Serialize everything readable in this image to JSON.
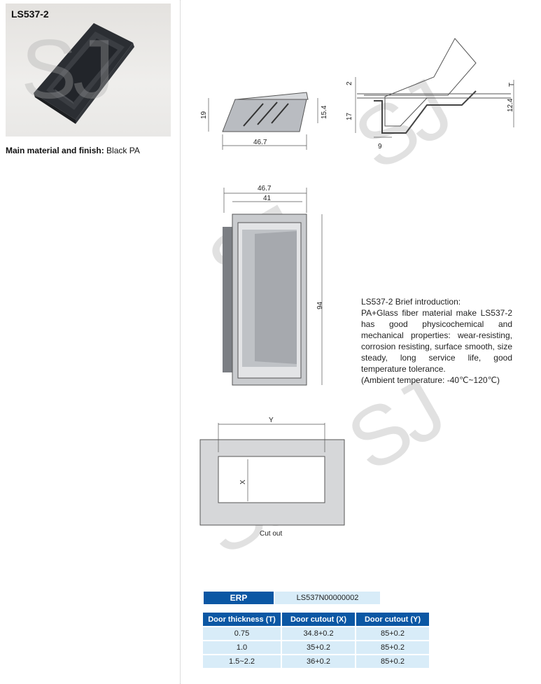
{
  "product": {
    "code": "LS537-2",
    "material_label": "Main material and finish:",
    "material_value": " Black PA"
  },
  "watermark": "SJ",
  "dims": {
    "side_height": "19",
    "side_depth": "15.4",
    "side_width": "46.7",
    "section_top": "2",
    "section_height": "17",
    "section_t": "T",
    "section_inner": "12.4",
    "section_lip": "9",
    "front_outer": "46.7",
    "front_inner": "41",
    "front_height": "94",
    "cut_y": "Y",
    "cut_x": "X"
  },
  "cutout_caption": "Cut out",
  "intro": {
    "heading": "LS537-2 Brief introduction:",
    "body": "PA+Glass fiber material make LS537-2 has good physicochemical and mechanical properties: wear-resisting, corrosion resisting, surface smooth, size steady, long service life, good temperature tolerance.",
    "ambient": "(Ambient temperature: -40℃~120℃)"
  },
  "erp": {
    "label": "ERP",
    "value": "LS537N00000002"
  },
  "spec_table": {
    "headers": [
      "Door thickness (T)",
      "Door cutout (X)",
      "Door cutout (Y)"
    ],
    "rows": [
      [
        "0.75",
        "34.8+0.2",
        "85+0.2"
      ],
      [
        "1.0",
        "35+0.2",
        "85+0.2"
      ],
      [
        "1.5~2.2",
        "36+0.2",
        "85+0.2"
      ]
    ]
  },
  "colors": {
    "table_header": "#0b57a4",
    "table_cell": "#d8ecf8",
    "photo_bg": "#eceae7",
    "part": "#2b2e33"
  }
}
